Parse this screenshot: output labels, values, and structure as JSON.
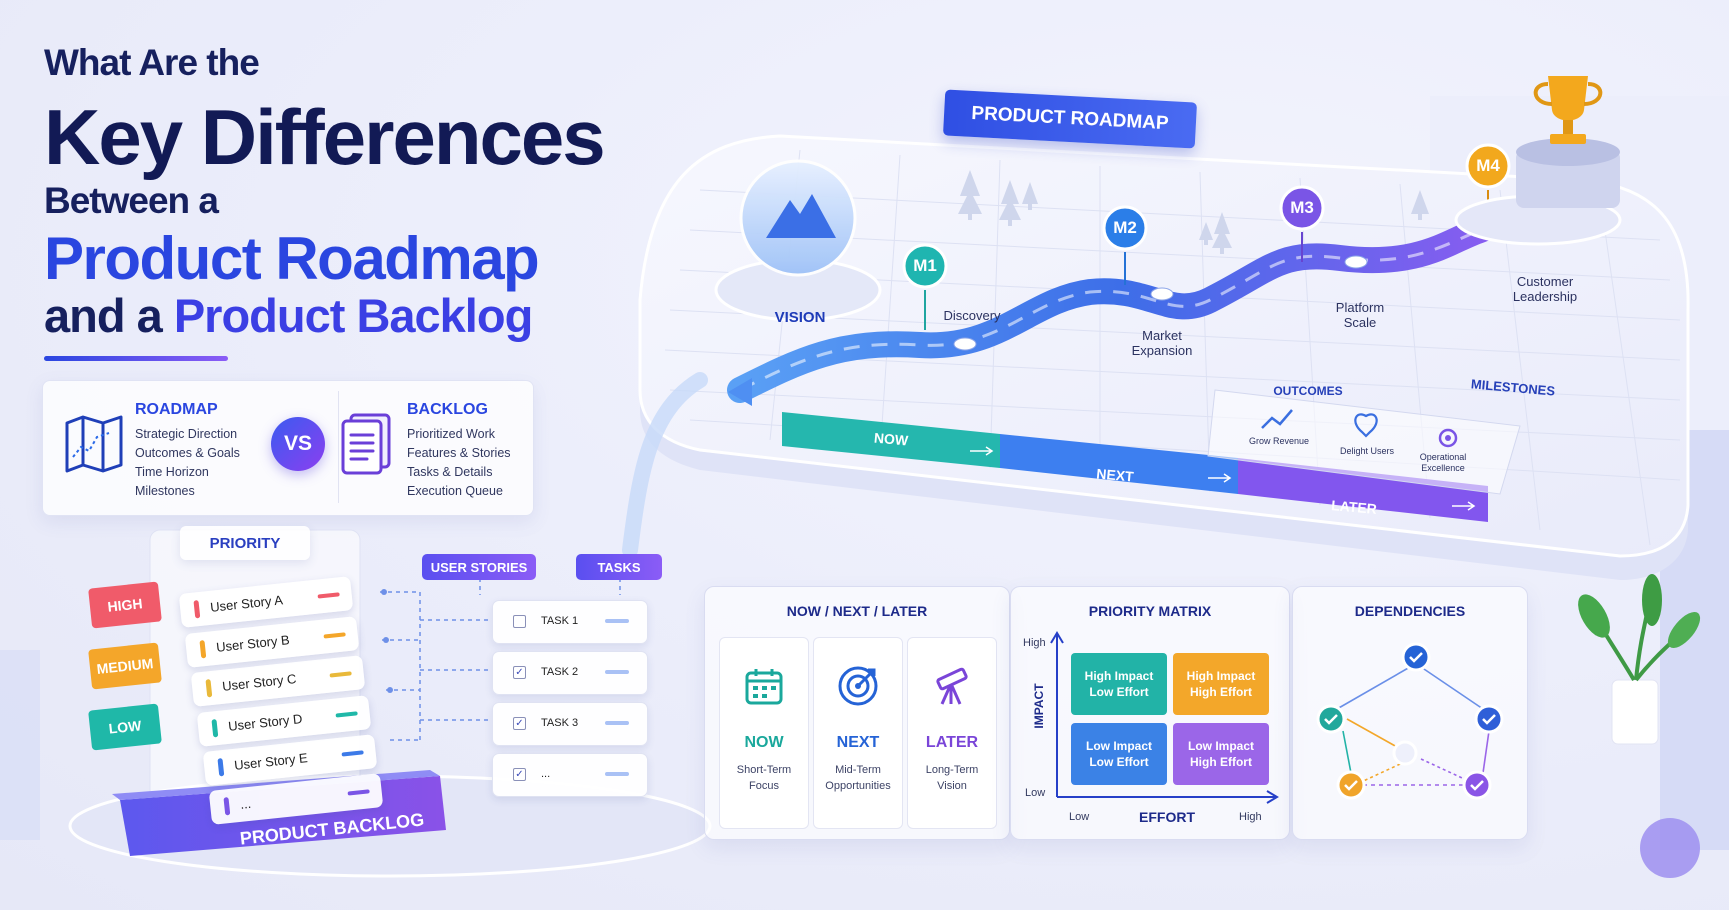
{
  "headline": {
    "line1": "What Are the",
    "line2": "Key Differences",
    "line3": "Between a",
    "line4": "Product Roadmap",
    "line5_prefix": "and a ",
    "line5_highlight": "Product Backlog"
  },
  "compare": {
    "roadmap": {
      "title": "ROADMAP",
      "items": [
        "Strategic Direction",
        "Outcomes & Goals",
        "Time Horizon",
        "Milestones"
      ]
    },
    "vs": "VS",
    "backlog": {
      "title": "BACKLOG",
      "items": [
        "Prioritized Work",
        "Features & Stories",
        "Tasks & Details",
        "Execution Queue"
      ]
    }
  },
  "roadmap": {
    "badge": "PRODUCT ROADMAP",
    "vision": "VISION",
    "milestones": [
      {
        "code": "M1",
        "label": "Discovery",
        "color": "#1fb5b0"
      },
      {
        "code": "M2",
        "label": "Market\nExpansion",
        "color": "#2b7ee8"
      },
      {
        "code": "M3",
        "label": "Platform\nScale",
        "color": "#7a55e6"
      },
      {
        "code": "M4",
        "label": "Customer\nLeadership",
        "color": "#f2a81d"
      }
    ],
    "outcomes_title": "OUTCOMES",
    "milestones_title": "MILESTONES",
    "outcomes": [
      "Grow Revenue",
      "Delight Users",
      "Operational\nExcellence"
    ],
    "lanes": [
      "NOW",
      "NEXT",
      "LATER"
    ]
  },
  "backlog": {
    "priority_title": "PRIORITY",
    "priorities": [
      {
        "label": "HIGH",
        "color": "#f05b6a"
      },
      {
        "label": "MEDIUM",
        "color": "#f4a62a"
      },
      {
        "label": "LOW",
        "color": "#1fb8a8"
      }
    ],
    "stories": [
      {
        "label": "User Story A",
        "color": "#f05b6a"
      },
      {
        "label": "User Story B",
        "color": "#f4a62a"
      },
      {
        "label": "User Story C",
        "color": "#e9b93a"
      },
      {
        "label": "User Story D",
        "color": "#1fb8a8"
      },
      {
        "label": "User Story E",
        "color": "#3c7ae8"
      },
      {
        "label": "...",
        "color": "#7a55e6"
      }
    ],
    "base_label": "PRODUCT BACKLOG",
    "user_stories_tag": "USER STORIES",
    "tasks_tag": "TASKS",
    "tasks": [
      {
        "label": "TASK 1",
        "checked": ""
      },
      {
        "label": "TASK 2",
        "checked": "✓"
      },
      {
        "label": "TASK 3",
        "checked": "✓"
      },
      {
        "label": "...",
        "checked": "✓"
      }
    ]
  },
  "now_next_later": {
    "title": "NOW / NEXT / LATER",
    "cards": [
      {
        "name": "NOW",
        "sub": "Short-Term\nFocus",
        "color": "#1aa89c",
        "icon": "calendar-icon"
      },
      {
        "name": "NEXT",
        "sub": "Mid-Term\nOpportunities",
        "color": "#2563d6",
        "icon": "target-icon"
      },
      {
        "name": "LATER",
        "sub": "Long-Term\nVision",
        "color": "#7a45d8",
        "icon": "telescope-icon"
      }
    ]
  },
  "priority_matrix": {
    "title": "PRIORITY MATRIX",
    "y_axis": "IMPACT",
    "x_axis": "EFFORT",
    "y_high": "High",
    "y_low": "Low",
    "x_low": "Low",
    "x_high": "High",
    "quadrants": [
      {
        "label": "High Impact\nLow Effort",
        "color": "#22b3a7"
      },
      {
        "label": "High Impact\nHigh Effort",
        "color": "#f3a72a"
      },
      {
        "label": "Low Impact\nLow Effort",
        "color": "#3b82e6"
      },
      {
        "label": "Low Impact\nHigh Effort",
        "color": "#9b66e8"
      }
    ]
  },
  "dependencies": {
    "title": "DEPENDENCIES"
  }
}
